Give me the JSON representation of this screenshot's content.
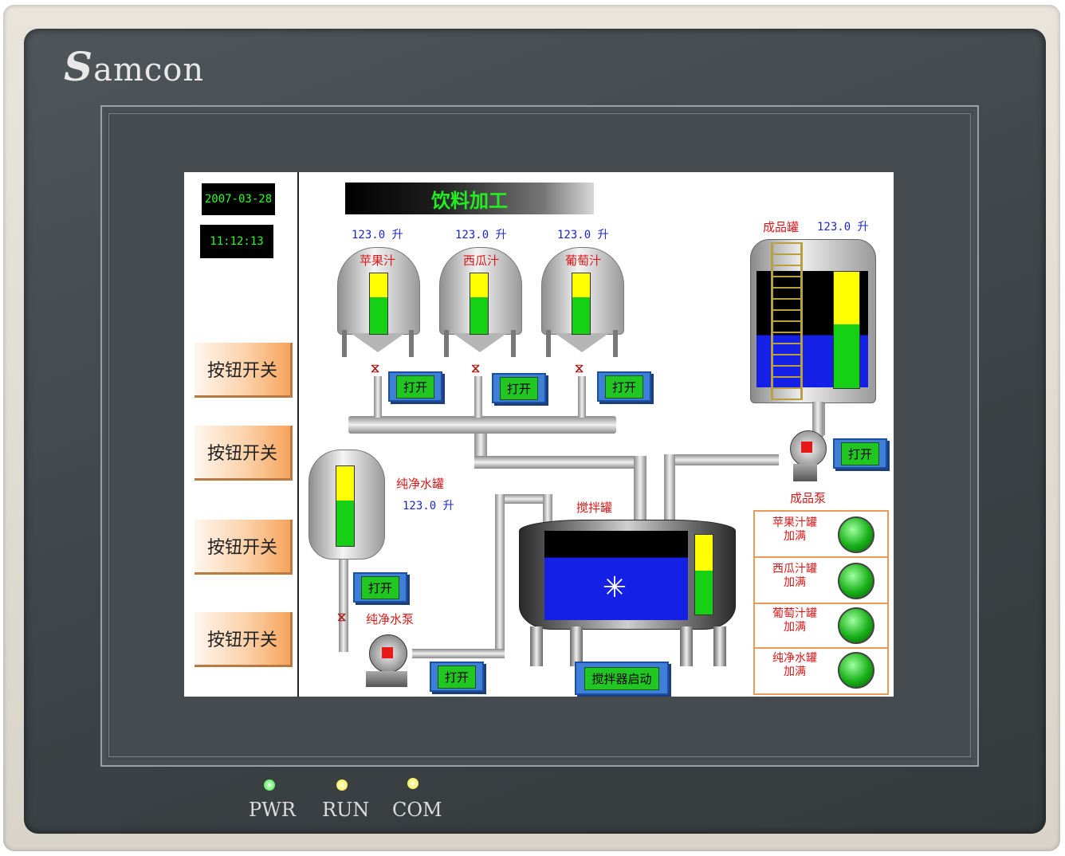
{
  "brand": {
    "s": "S",
    "rest": "amcon"
  },
  "panel": {
    "date": "2007-03-28",
    "time": "11:12:13"
  },
  "side_buttons": [
    "按钮开关",
    "按钮开关",
    "按钮开关",
    "按钮开关"
  ],
  "title": "饮料加工",
  "tanks": [
    {
      "reading": "123.0 升",
      "label": "苹果汁",
      "level": 0.6
    },
    {
      "reading": "123.0 升",
      "label": "西瓜汁",
      "level": 0.6
    },
    {
      "reading": "123.0 升",
      "label": "葡萄汁",
      "level": 0.6
    }
  ],
  "product_tank": {
    "label": "成品罐",
    "reading": "123.0  升",
    "level": 0.55
  },
  "product_pump": {
    "label": "成品泵"
  },
  "water_tank": {
    "label": "纯净水罐",
    "reading": "123.0 升",
    "level": 0.6
  },
  "water_pump": {
    "label": "纯净水泵"
  },
  "mixer": {
    "label": "搅拌罐",
    "button": "搅拌器启动",
    "level": 0.55
  },
  "open_label": "打开",
  "status": [
    {
      "line1": "苹果汁罐",
      "line2": "加满"
    },
    {
      "line1": "西瓜汁罐",
      "line2": "加满"
    },
    {
      "line1": "葡萄汁罐",
      "line2": "加满"
    },
    {
      "line1": "纯净水罐",
      "line2": "加满"
    }
  ],
  "leds": [
    {
      "label": "PWR",
      "color": "#2ee82e"
    },
    {
      "label": "RUN",
      "color": "#f2e81e"
    },
    {
      "label": "COM",
      "color": "#f2e81e"
    }
  ]
}
